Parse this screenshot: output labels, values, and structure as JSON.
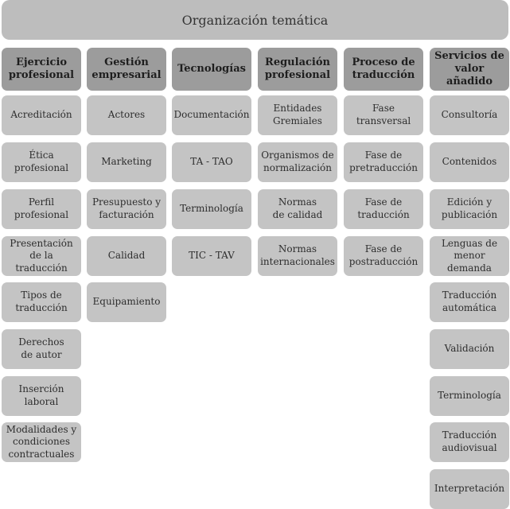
{
  "title": "Organización temática",
  "columns": [
    {
      "header": [
        "Ejercicio",
        "profesional"
      ],
      "items": [
        [
          "Acreditación"
        ],
        [
          "Ética",
          "profesional"
        ],
        [
          "Perfil",
          "profesional"
        ],
        [
          "Presentación",
          "de la traducción"
        ],
        [
          "Tipos de",
          "traducción"
        ],
        [
          "Derechos",
          "de autor"
        ],
        [
          "Inserción",
          "laboral"
        ],
        [
          "Modalidades y",
          "condiciones",
          "contractuales"
        ]
      ]
    },
    {
      "header": [
        "Gestión",
        "empresarial"
      ],
      "items": [
        [
          "Actores"
        ],
        [
          "Marketing"
        ],
        [
          "Presupuesto y",
          "facturación"
        ],
        [
          "Calidad"
        ],
        [
          "Equipamiento"
        ]
      ]
    },
    {
      "header": [
        "Tecnologías"
      ],
      "items": [
        [
          "Documentación"
        ],
        [
          "TA - TAO"
        ],
        [
          "Terminología"
        ],
        [
          "TIC - TAV"
        ]
      ]
    },
    {
      "header": [
        "Regulación",
        "profesional"
      ],
      "items": [
        [
          "Entidades",
          "Gremiales"
        ],
        [
          "Organismos de",
          "normalización"
        ],
        [
          "Normas",
          "de calidad"
        ],
        [
          "Normas",
          "internacionales"
        ]
      ]
    },
    {
      "header": [
        "Proceso de",
        "traducción"
      ],
      "items": [
        [
          "Fase",
          "transversal"
        ],
        [
          "Fase de",
          "pretraducción"
        ],
        [
          "Fase de",
          "traducción"
        ],
        [
          "Fase de",
          "postraducción"
        ]
      ]
    },
    {
      "header": [
        "Servicios de",
        "valor añadido"
      ],
      "items": [
        [
          "Consultoría"
        ],
        [
          "Contenidos"
        ],
        [
          "Edición y",
          "publicación"
        ],
        [
          "Lenguas de",
          "menor demanda"
        ],
        [
          "Traducción",
          "automática"
        ],
        [
          "Validación"
        ],
        [
          "Terminología"
        ],
        [
          "Traducción",
          "audiovisual"
        ],
        [
          "Interpretación"
        ]
      ]
    }
  ]
}
